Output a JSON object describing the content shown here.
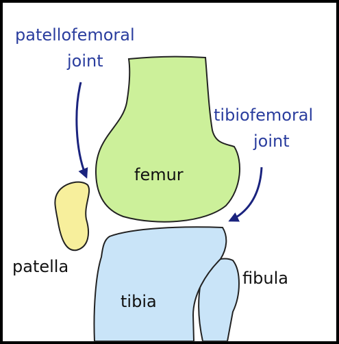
{
  "labels": {
    "patellofemoral_line1": "patellofemoral",
    "patellofemoral_line2": "joint",
    "tibiofemoral_line1": "tibiofemoral",
    "tibiofemoral_line2": "joint",
    "femur": "femur",
    "patella": "patella",
    "tibia": "tibia",
    "fibula": "fibula"
  },
  "colors": {
    "femur_fill": "#ccf09a",
    "patella_fill": "#f7ef9c",
    "tibia_fill": "#c9e4f8",
    "outline": "#222222",
    "arrow_and_joint_labels": "#1a237e",
    "bone_labels": "#111111",
    "border": "#000000"
  }
}
